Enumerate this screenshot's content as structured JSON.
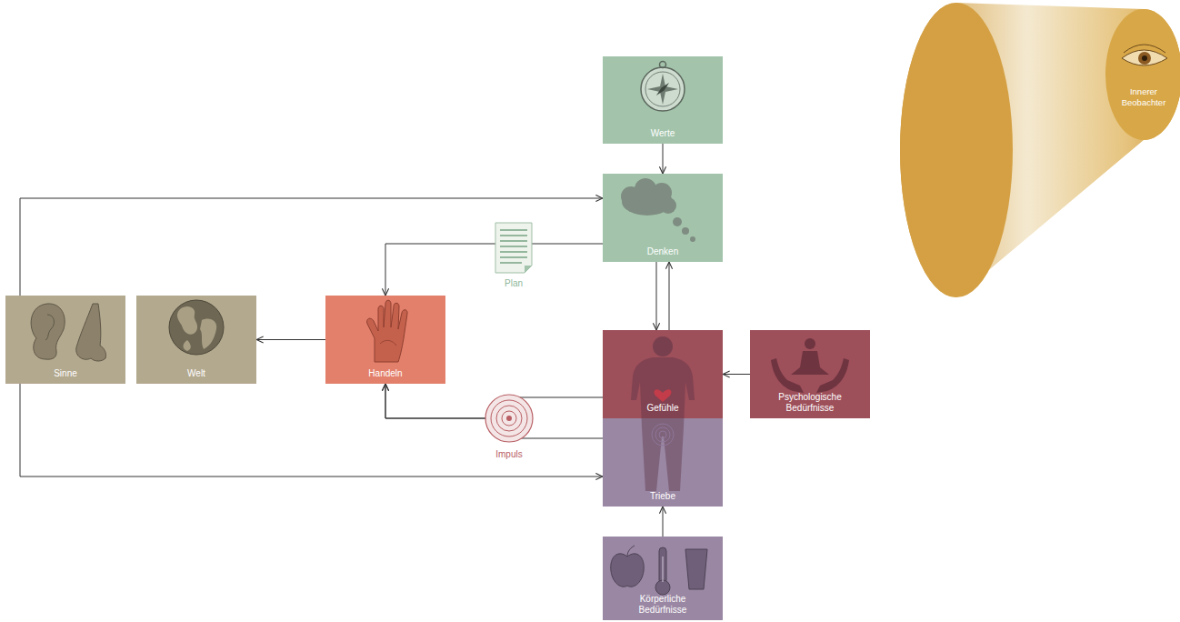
{
  "diagram": {
    "nodes": [
      {
        "text": [
          "Werte"
        ]
      },
      {
        "text": [
          "Denken"
        ]
      },
      {
        "text": [
          "Sinne"
        ]
      },
      {
        "text": [
          "Welt"
        ]
      },
      {
        "text": [
          "Handeln"
        ]
      },
      {
        "text": [
          "Gefühle"
        ]
      },
      {
        "text": [
          "Psychologische Bedürfnisse"
        ]
      },
      {
        "text": [
          "Triebe"
        ]
      },
      {
        "text": [
          "Körperliche Bedürfnisse"
        ]
      },
      {
        "text": [
          "Innerer Beobachter"
        ]
      }
    ],
    "edges": [
      {
        "from": 0,
        "to": 1,
        "arrow": "to"
      },
      {
        "from": 2,
        "to": 1,
        "arrow": "to"
      },
      {
        "from": 1,
        "to": 4,
        "label": "Plan",
        "arrow": "to"
      },
      {
        "from": 1,
        "to": 5,
        "arrow": "to"
      },
      {
        "from": 5,
        "to": 1,
        "arrow": "to"
      },
      {
        "from": 4,
        "to": 3,
        "arrow": "to"
      },
      {
        "from": 5,
        "to": 4,
        "label": "Impuls",
        "arrow": "to"
      },
      {
        "from": 7,
        "to": 4,
        "arrow": "to"
      },
      {
        "from": 6,
        "to": 5,
        "arrow": "to"
      },
      {
        "from": 8,
        "to": 7,
        "arrow": "to"
      },
      {
        "from": 2,
        "to": 7,
        "arrow": "to"
      }
    ]
  }
}
